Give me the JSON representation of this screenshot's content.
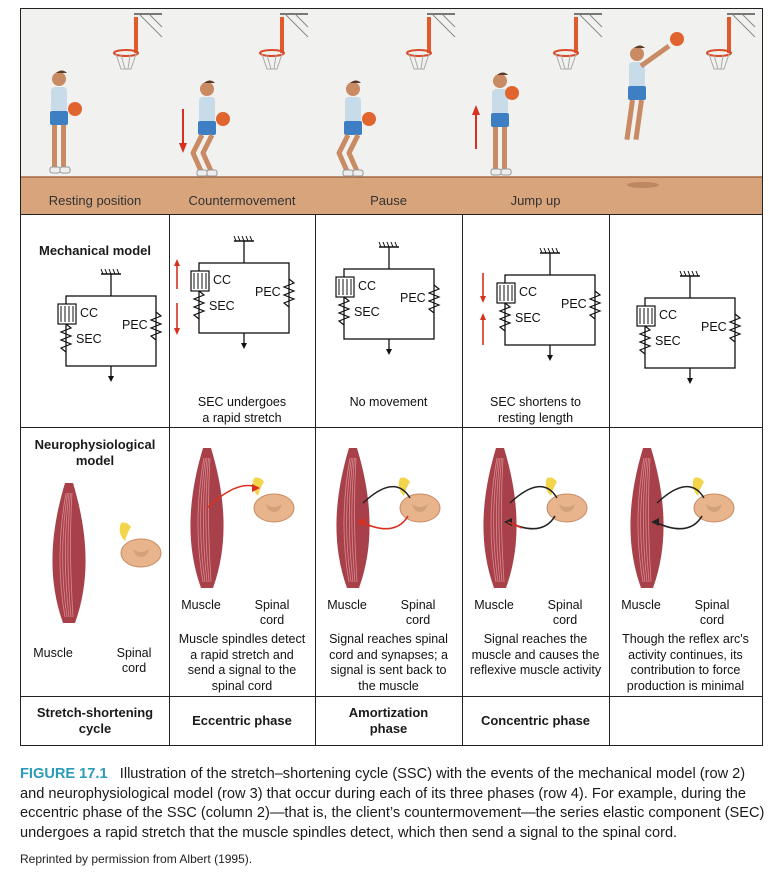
{
  "scenes": [
    {
      "label": "Resting position"
    },
    {
      "label": "Countermovement"
    },
    {
      "label": "Pause"
    },
    {
      "label": "Jump up"
    },
    {
      "label": ""
    }
  ],
  "mechanical": {
    "title": "Mechanical model",
    "cc": "CC",
    "sec": "SEC",
    "pec": "PEC",
    "descriptions": [
      "",
      "SEC undergoes a rapid stretch",
      "No movement",
      "SEC shortens to resting length",
      ""
    ]
  },
  "neuro": {
    "title": "Neurophysiological model",
    "muscle": "Muscle",
    "spinal": "Spinal cord",
    "descriptions": [
      "",
      "Muscle spindles detect a rapid stretch and send a signal to the spinal cord",
      "Signal reaches spinal cord and synapses; a signal is sent back to the muscle",
      "Signal reaches the muscle and causes the reflexive muscle activity",
      "Though the reflex arc's activity continues, its contribution to force production is minimal"
    ]
  },
  "phases": [
    "Stretch-shortening cycle",
    "Eccentric phase",
    "Amortization phase",
    "Concentric phase",
    ""
  ],
  "caption": {
    "figure_number": "FIGURE 17.1",
    "text": "Illustration of the stretch–shortening cycle (SSC) with the events of the mechanical model (row 2) and neurophysiological model (row 3) that occur during each of its three phases (row 4). For example, during the eccentric phase of the SSC (column 2)—that is, the client’s countermovement—the series elastic component (SEC) undergoes a rapid stretch that the muscle spindles detect, which then send a signal to the spinal cord.",
    "credit": "Reprinted by permission from Albert (1995)."
  },
  "colors": {
    "wall": "#f1f1ef",
    "floor": "#d8a47c",
    "arrow_red": "#d8301f",
    "muscle": "#a8404a",
    "spinal_cord": "#e8b48c",
    "caption_accent": "#2a9bb8"
  }
}
